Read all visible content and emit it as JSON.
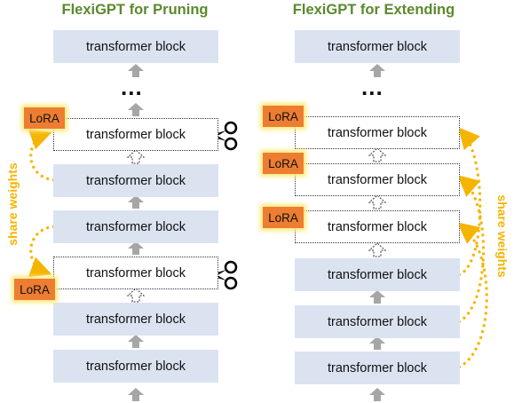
{
  "colors": {
    "title": "#5b8a2e",
    "block_fill": "#dbe3f1",
    "lora_fill": "#ed7d31",
    "lora_glow": "#ffe97a",
    "share_arrow": "#f5b400",
    "up_arrow": "#a6a6a6"
  },
  "block_label": "transformer block",
  "lora_label": "LoRA",
  "ellipsis": "...",
  "pruning": {
    "title": "FlexiGPT for Pruning",
    "side_label": "share weights",
    "icons": [
      "scissors-icon",
      "scissors-icon"
    ]
  },
  "extending": {
    "title": "FlexiGPT for Extending",
    "side_label": "share weights"
  }
}
